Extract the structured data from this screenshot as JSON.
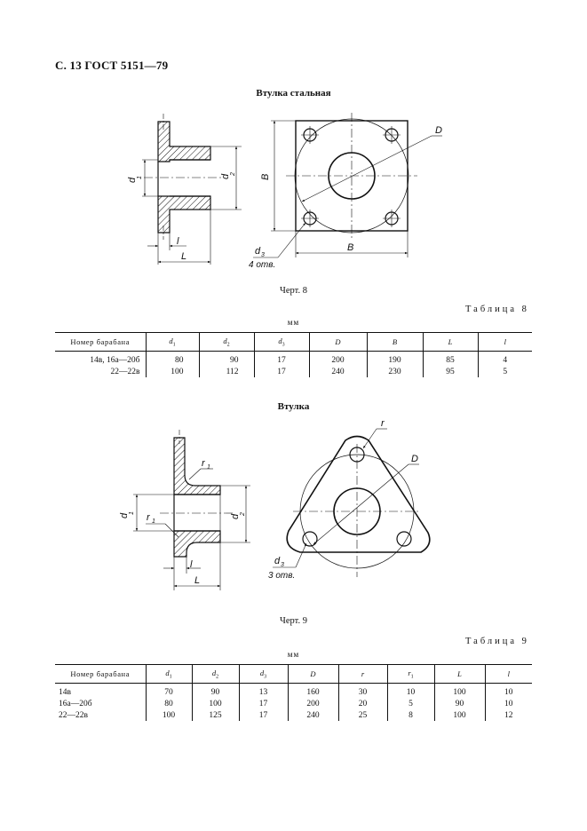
{
  "header": "С. 13 ГОСТ 5151—79",
  "section1": {
    "title": "Втулка стальная",
    "caption": "Черт. 8",
    "table_label": "Таблица 8",
    "units": "мм",
    "drawing_labels": {
      "d1": "d",
      "d2": "d",
      "B_vertical": "B",
      "B_horizontal": "B",
      "l": "l",
      "L": "L",
      "D": "D",
      "d3": "d",
      "holes": "4 отв."
    },
    "columns": [
      "Номер барабана",
      "d1",
      "d2",
      "d3",
      "D",
      "B",
      "L",
      "l"
    ],
    "rows": [
      [
        "14в, 16а—20б",
        "80",
        "90",
        "17",
        "200",
        "190",
        "85",
        "4"
      ],
      [
        "22—22в",
        "100",
        "112",
        "17",
        "240",
        "230",
        "95",
        "5"
      ]
    ]
  },
  "section2": {
    "title": "Втулка",
    "caption": "Черт. 9",
    "table_label": "Таблица 9",
    "units": "мм",
    "drawing_labels": {
      "d1": "d",
      "d2": "d",
      "r1_top": "r",
      "r1_mid": "r",
      "l": "l",
      "L": "L",
      "r": "r",
      "D": "D",
      "d3": "d",
      "holes": "3 отв."
    },
    "columns": [
      "Номер барабана",
      "d1",
      "d2",
      "d3",
      "D",
      "r",
      "r1",
      "L",
      "l"
    ],
    "rows": [
      [
        "14в",
        "70",
        "90",
        "13",
        "160",
        "30",
        "10",
        "100",
        "10"
      ],
      [
        "16а—20б",
        "80",
        "100",
        "17",
        "200",
        "20",
        "5",
        "90",
        "10"
      ],
      [
        "22—22в",
        "100",
        "125",
        "17",
        "240",
        "25",
        "8",
        "100",
        "12"
      ]
    ]
  }
}
